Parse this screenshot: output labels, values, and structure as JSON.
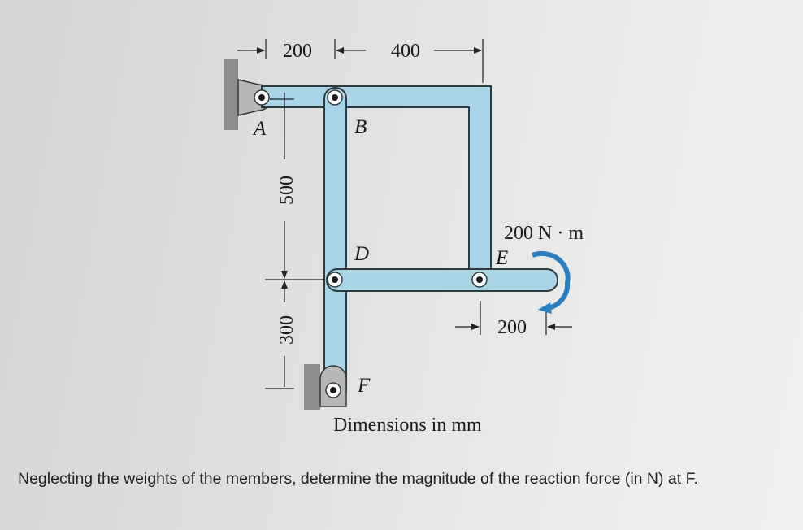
{
  "diagram": {
    "dimensions": {
      "top_left": "200",
      "top_right": "400",
      "vertical_upper": "500",
      "vertical_lower": "300",
      "horizontal_right": "200"
    },
    "labels": {
      "point_a": "A",
      "point_b": "B",
      "point_d": "D",
      "point_e": "E",
      "point_f": "F"
    },
    "moment_label": "200 N · m",
    "caption": "Dimensions in mm",
    "colors": {
      "member_fill": "#a8d4e6",
      "moment_arrow": "#2a7fc0",
      "support": "#8d8d8d"
    }
  },
  "question": "Neglecting the weights of the members, determine the magnitude of the reaction force (in N) at F."
}
